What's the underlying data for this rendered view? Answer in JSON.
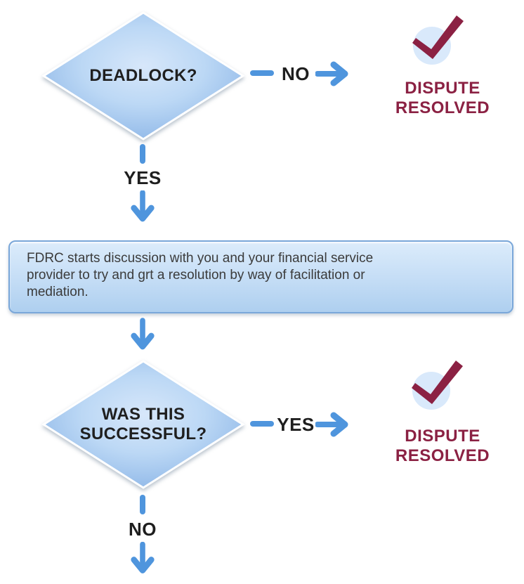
{
  "colors": {
    "accent_blue": "#4f95dd",
    "diamond_fill_center": "#d7e7fa",
    "diamond_fill_edge": "#86b1e5",
    "process_fill_top": "#dcecfb",
    "process_fill_bottom": "#aecfef",
    "outcome_maroon": "#8b2143",
    "text_dark": "#1f1f1f"
  },
  "flowchart": {
    "decision1": {
      "label": "DEADLOCK?"
    },
    "branch1": {
      "label": "NO"
    },
    "outcome1": {
      "label": "DISPUTE\nRESOLVED",
      "icon": "checkmark-icon"
    },
    "edge1": {
      "label": "YES"
    },
    "process1": {
      "text": "FDRC starts discussion with you and your financial service\nprovider to try and grt a resolution by way of facilitation or\nmediation."
    },
    "decision2": {
      "label": "WAS THIS\nSUCCESSFUL?"
    },
    "branch2": {
      "label": "YES"
    },
    "outcome2": {
      "label": "DISPUTE\nRESOLVED",
      "icon": "checkmark-icon"
    },
    "edge2": {
      "label": "NO"
    }
  }
}
